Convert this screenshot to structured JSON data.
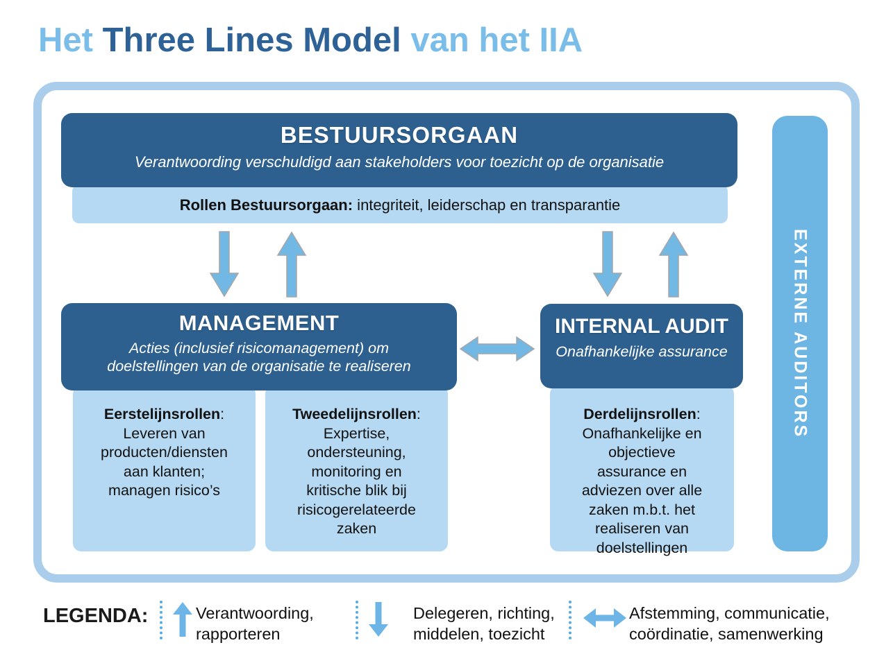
{
  "page_title": {
    "light_prefix": "Het ",
    "dark_middle": "Three Lines Model",
    "light_suffix": " van het IIA"
  },
  "colors": {
    "dark_blue_box": "#2d608f",
    "light_blue_box": "#b5d9f2",
    "medium_blue_bar": "#6db5e3",
    "arrow_fill": "#72b8e4",
    "arrow_outline": "#a6a6a6",
    "frame_border": "#a9cdeb",
    "title_light_blue": "#7abde8",
    "title_dark_blue": "#2e6296",
    "legend_arrow_blue": "#6cb5e6"
  },
  "diagram": {
    "bestuursorgaan": {
      "title": "BESTUURSORGAAN",
      "subtitle": "Verantwoording verschuldigd aan stakeholders voor toezicht op de organisatie"
    },
    "rollen_bar": {
      "bold_label": "Rollen Bestuursorgaan:",
      "text": " integriteit, leiderschap en transparantie"
    },
    "management": {
      "title": "MANAGEMENT",
      "subtitle_lines": [
        "Acties (inclusief risicomanagement) om",
        "doelstellingen van de organisatie te realiseren"
      ]
    },
    "internal_audit": {
      "title": "INTERNAL AUDIT",
      "subtitle": "Onafhankelijke assurance"
    },
    "first_line_roles": {
      "heading": "Eerstelijnsrollen",
      "colon": ":",
      "body_lines": [
        "Leveren van",
        "producten/diensten",
        "aan klanten;",
        "managen risico’s"
      ]
    },
    "second_line_roles": {
      "heading": "Tweedelijnsrollen",
      "colon": ":",
      "body_lines": [
        "Expertise,",
        "ondersteuning,",
        "monitoring en",
        "kritische blik bij",
        "risicogerelateerde",
        "zaken"
      ]
    },
    "third_line_roles": {
      "heading": "Derdelijnsrollen",
      "colon": ":",
      "body_lines": [
        "Onafhankelijke en",
        "objectieve",
        "assurance en",
        "adviezen over alle",
        "zaken m.b.t. het",
        "realiseren van",
        "doelstellingen"
      ]
    },
    "externe_auditors_label": "EXTERNE AUDITORS"
  },
  "legend": {
    "label": "LEGENDA:",
    "items": [
      {
        "icon": "arrow-up-icon",
        "lines": [
          "Verantwoording,",
          "rapporteren"
        ]
      },
      {
        "icon": "arrow-down-icon",
        "lines": [
          "Delegeren, richting,",
          "middelen, toezicht"
        ]
      },
      {
        "icon": "arrow-both-icon",
        "lines": [
          "Afstemming, communicatie,",
          "coördinatie, samenwerking"
        ]
      }
    ]
  }
}
